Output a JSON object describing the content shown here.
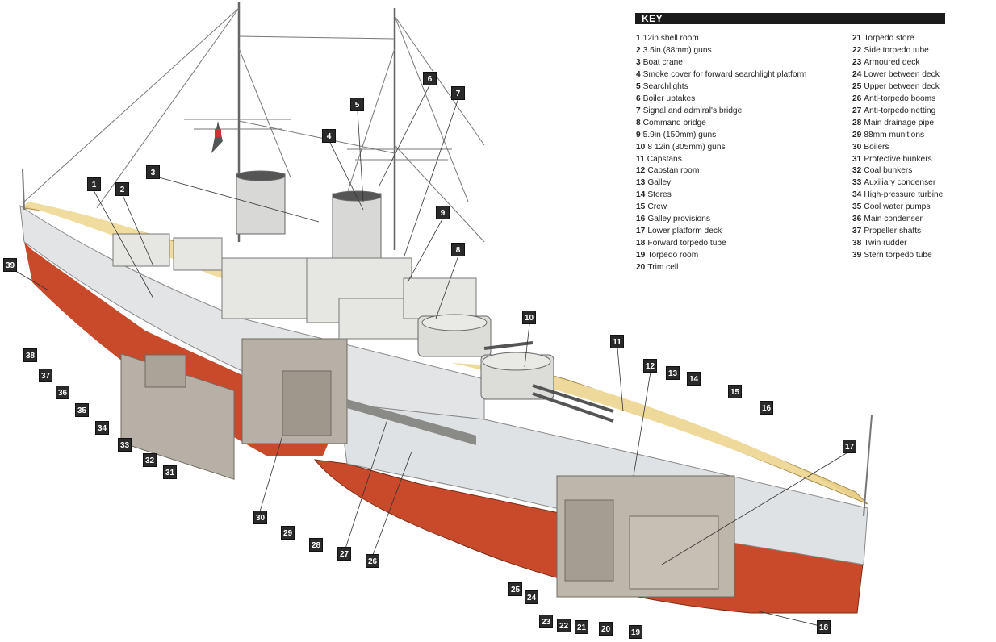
{
  "key": {
    "title": "KEY",
    "items": [
      {
        "num": "1",
        "label": "12in shell room"
      },
      {
        "num": "2",
        "label": "3.5in (88mm) guns"
      },
      {
        "num": "3",
        "label": "Boat crane"
      },
      {
        "num": "4",
        "label": "Smoke cover for forward searchlight platform"
      },
      {
        "num": "5",
        "label": "Searchlights"
      },
      {
        "num": "6",
        "label": "Boiler uptakes"
      },
      {
        "num": "7",
        "label": "Signal and admiral's bridge"
      },
      {
        "num": "8",
        "label": "Command bridge"
      },
      {
        "num": "9",
        "label": "5.9in (150mm) guns"
      },
      {
        "num": "10",
        "label": "8 12in (305mm) guns"
      },
      {
        "num": "11",
        "label": "Capstans"
      },
      {
        "num": "12",
        "label": "Capstan room"
      },
      {
        "num": "13",
        "label": "Galley"
      },
      {
        "num": "14",
        "label": "Stores"
      },
      {
        "num": "15",
        "label": "Crew"
      },
      {
        "num": "16",
        "label": "Galley provisions"
      },
      {
        "num": "17",
        "label": "Lower platform deck"
      },
      {
        "num": "18",
        "label": "Forward torpedo tube"
      },
      {
        "num": "19",
        "label": "Torpedo room"
      },
      {
        "num": "20",
        "label": "Trim cell"
      },
      {
        "num": "21",
        "label": "Torpedo store"
      },
      {
        "num": "22",
        "label": "Side torpedo tube"
      },
      {
        "num": "23",
        "label": "Armoured deck"
      },
      {
        "num": "24",
        "label": "Lower between deck"
      },
      {
        "num": "25",
        "label": "Upper between deck"
      },
      {
        "num": "26",
        "label": "Anti-torpedo booms"
      },
      {
        "num": "27",
        "label": "Anti-torpedo netting"
      },
      {
        "num": "28",
        "label": "Main drainage pipe"
      },
      {
        "num": "29",
        "label": "88mm munitions"
      },
      {
        "num": "30",
        "label": "Boilers"
      },
      {
        "num": "31",
        "label": "Protective bunkers"
      },
      {
        "num": "32",
        "label": "Coal bunkers"
      },
      {
        "num": "33",
        "label": "Auxiliary condenser"
      },
      {
        "num": "34",
        "label": "High-pressure turbine"
      },
      {
        "num": "35",
        "label": "Cool water pumps"
      },
      {
        "num": "36",
        "label": "Main condenser"
      },
      {
        "num": "37",
        "label": "Propeller shafts"
      },
      {
        "num": "38",
        "label": "Twin rudder"
      },
      {
        "num": "39",
        "label": "Stern torpedo tube"
      }
    ]
  },
  "callouts": [
    "1",
    "2",
    "3",
    "4",
    "5",
    "6",
    "7",
    "8",
    "9",
    "10",
    "11",
    "12",
    "13",
    "14",
    "15",
    "16",
    "17",
    "18",
    "19",
    "20",
    "21",
    "22",
    "23",
    "24",
    "25",
    "26",
    "27",
    "28",
    "29",
    "30",
    "31",
    "32",
    "33",
    "34",
    "35",
    "36",
    "37",
    "38",
    "39"
  ],
  "colors": {
    "deck": "#e8cf8a",
    "hull_upper": "#dcdfe2",
    "hull_lower": "#cc4a28",
    "superstructure": "#e4e4e0",
    "interior": "#b9b4ab",
    "callout_bg": "#2a2a2a",
    "key_header_bg": "#1b1b1b"
  }
}
